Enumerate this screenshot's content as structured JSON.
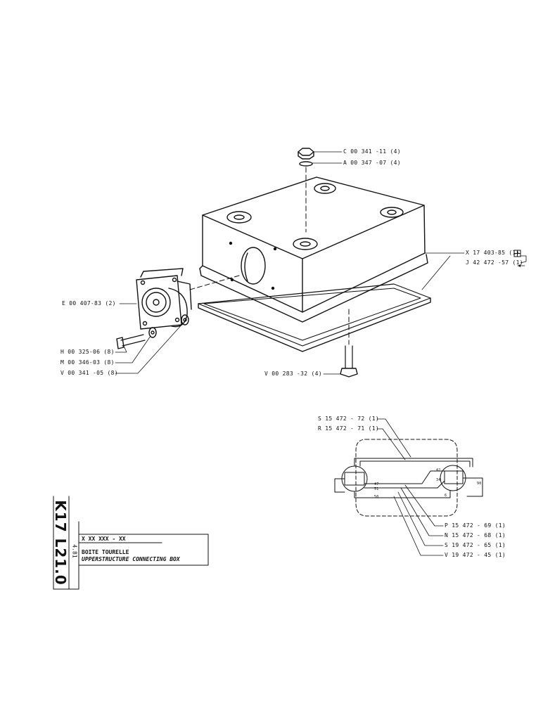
{
  "title_block": {
    "drawing_code": "K17 L21.0",
    "date": "4.81",
    "part_number": "X XX XXX - XX",
    "title_fr": "BOITE TOURELLE",
    "title_en": "UPPERSTRUCTURE CONNECTING BOX"
  },
  "callouts": {
    "nut": "C 00 341 -11 (4)",
    "washer_top": "A 00 347 -07 (4)",
    "box_kit": "X 17 403-85 (1)",
    "gasket": "J 42 472 -57 (1)",
    "connector": "E 00 407-83 (2)",
    "screw": "H 00 325-06 (8)",
    "washer_m": "M 00 346-03 (8)",
    "washer_v": "V 00 341 -05 (8)",
    "bolt": "V 00 283 -32 (4)"
  },
  "wiring": {
    "top": [
      "S 15 472 - 72 (1)",
      "R 15 472 - 71 (1)"
    ],
    "bottom": [
      "P 15 472 - 69 (1)",
      "N 15 472 - 68 (1)",
      "S 19 472 - 65 (1)",
      "V 19 472 - 45 (1)"
    ],
    "terminal_numbers": [
      "42",
      "34",
      "47",
      "51",
      "50",
      "90",
      "6"
    ]
  }
}
